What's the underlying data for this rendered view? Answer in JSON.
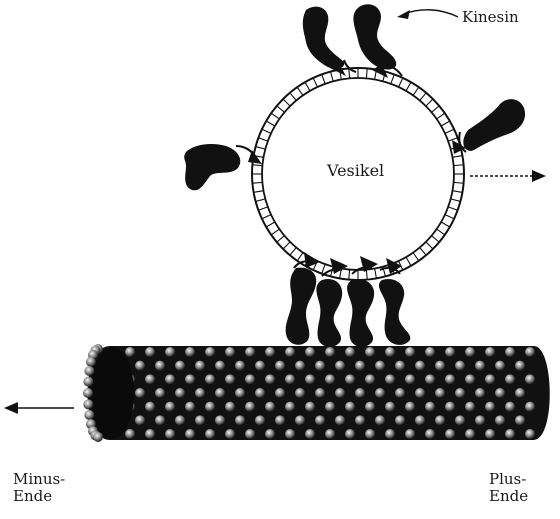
{
  "labels": {
    "kinesin": "Kinesin",
    "vesicle": "Vesikel",
    "minus_end_line1": "Minus-",
    "minus_end_line2": "Ende",
    "plus_end_line1": "Plus-",
    "plus_end_line2": "Ende"
  },
  "colors": {
    "ink": "#111111",
    "bead_light": "#f2f2f2",
    "background": "#ffffff"
  },
  "structures": {
    "vesicle": "vesicle-membrane",
    "microtubule": "microtubule-filament",
    "motor_proteins": "kinesin-motor",
    "minus_arrow": "arrow-left-icon",
    "plus_arrow": "arrow-right-icon"
  }
}
